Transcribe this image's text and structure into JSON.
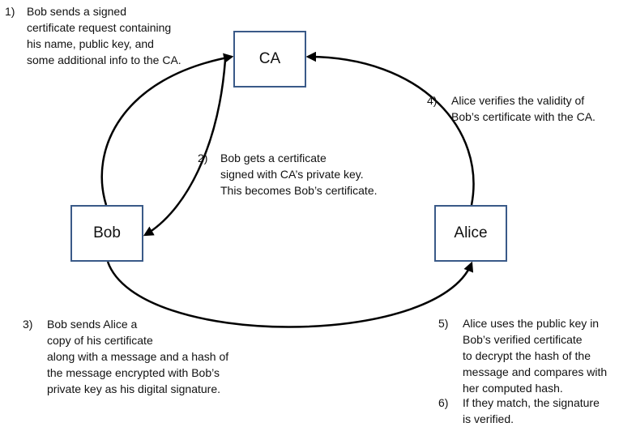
{
  "nodes": {
    "ca": "CA",
    "bob": "Bob",
    "alice": "Alice"
  },
  "steps": [
    {
      "num": "1)",
      "lines": [
        "Bob sends a signed",
        "certificate request containing",
        "his name, public key, and",
        "some additional info to the CA."
      ]
    },
    {
      "num": "2)",
      "lines": [
        "Bob gets a certificate",
        "signed with CA’s private key.",
        "This becomes Bob’s certificate."
      ]
    },
    {
      "num": "3)",
      "lines": [
        "Bob sends Alice a",
        "copy of his certificate",
        "along with a message and a hash of",
        "the message encrypted with Bob’s",
        "private key as his digital signature."
      ]
    },
    {
      "num": "4)",
      "lines": [
        "Alice verifies the validity of",
        "Bob’s certificate with the CA."
      ]
    },
    {
      "num": "5)",
      "lines": [
        "Alice uses the public key in",
        "Bob’s verified certificate",
        "to decrypt the hash of the",
        "message and compares with",
        "her computed hash."
      ]
    },
    {
      "num": "6)",
      "lines": [
        "If they match, the signature",
        "is verified."
      ]
    }
  ],
  "colors": {
    "box_border": "#3a5a88",
    "arrow": "#000000"
  }
}
